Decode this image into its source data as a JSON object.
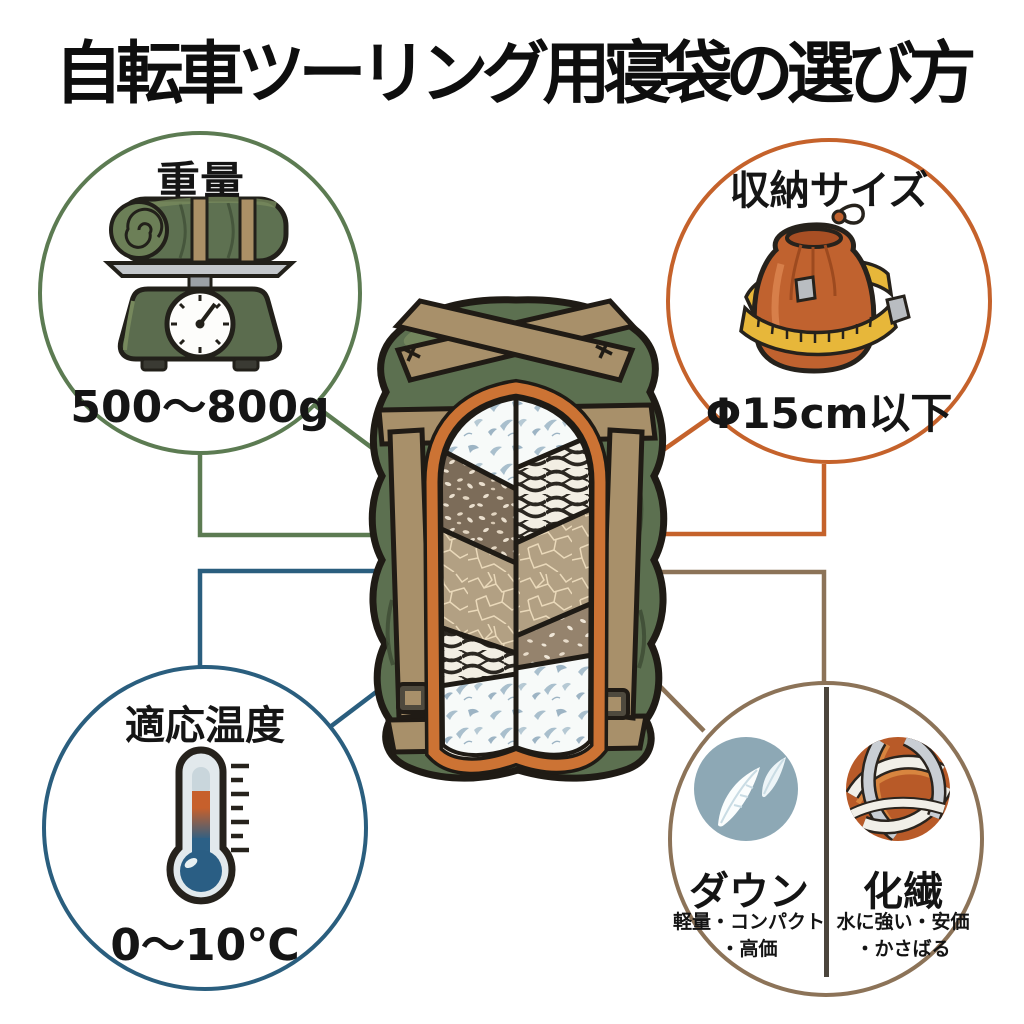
{
  "title": "自転車ツーリング用寝袋の選び方",
  "center_illustration": "compressed-sleeping-bag-cutaway-illustration",
  "colors": {
    "weight_accent": "#5C7B52",
    "pack_size_accent": "#C5622B",
    "temperature_accent": "#2A5E7E",
    "insulation_accent": "#8C7358",
    "insulation_divider": "#4B453C",
    "bag_green": "#5C7050",
    "strap_tan": "#A8906A",
    "lining_orange": "#CC7334",
    "sack_orange": "#C0622F",
    "tape_yellow": "#E7B73A",
    "down_icon_bg": "#8DA8B5",
    "fiber_icon_bg": "#B85A28",
    "text": "#141414"
  },
  "nodes": {
    "weight": {
      "label": "重量",
      "value": "500〜800g",
      "icon": "kitchen-scale-icon"
    },
    "pack_size": {
      "label": "収納サイズ",
      "value": "Φ15cm以下",
      "icon": "stuff-sack-measuring-tape-icon"
    },
    "temperature": {
      "label": "適応温度",
      "value": "0〜10℃",
      "icon": "thermometer-icon"
    },
    "insulation": {
      "down": {
        "label": "ダウン",
        "icon": "feather-icon",
        "traits_line1": "軽量・コンパクト",
        "traits_line2": "・高価"
      },
      "synthetic": {
        "label": "化繊",
        "icon": "woven-fiber-icon",
        "traits_line1": "水に強い・安価",
        "traits_line2": "・かさばる"
      }
    }
  }
}
